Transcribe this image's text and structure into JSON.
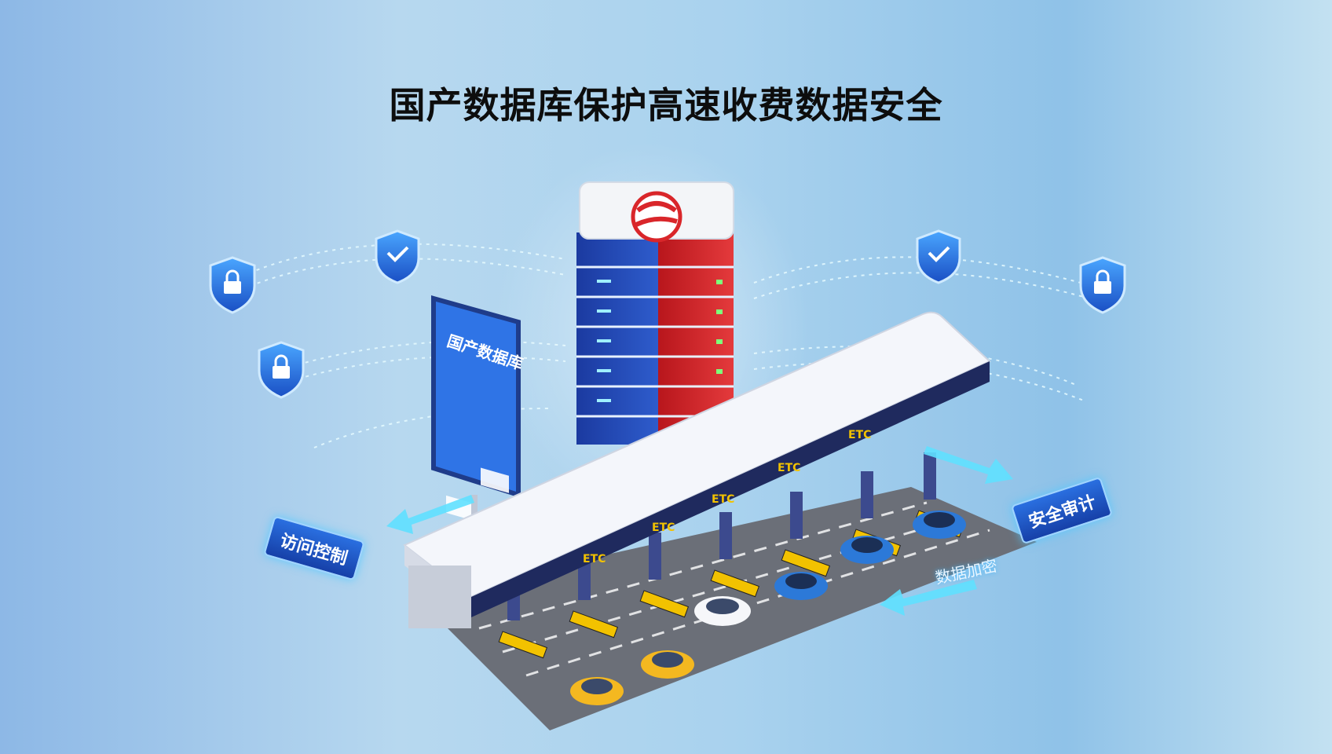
{
  "title": "国产数据库保护高速收费数据安全",
  "screen": {
    "title": "国产数据库"
  },
  "tags": {
    "access_control": "访问控制",
    "security_audit": "安全审计",
    "data_encryption": "数据加密"
  },
  "toll_lanes": {
    "label": "ETC",
    "count": 7
  },
  "colors": {
    "brand_red": "#d9262a",
    "server_blue": "#2449b8",
    "glow_cyan": "#3fd0ff",
    "shield_blue": "#1f5fd8"
  },
  "icons": [
    "shield-check-icon",
    "shield-lock-icon",
    "database-logo-icon"
  ]
}
